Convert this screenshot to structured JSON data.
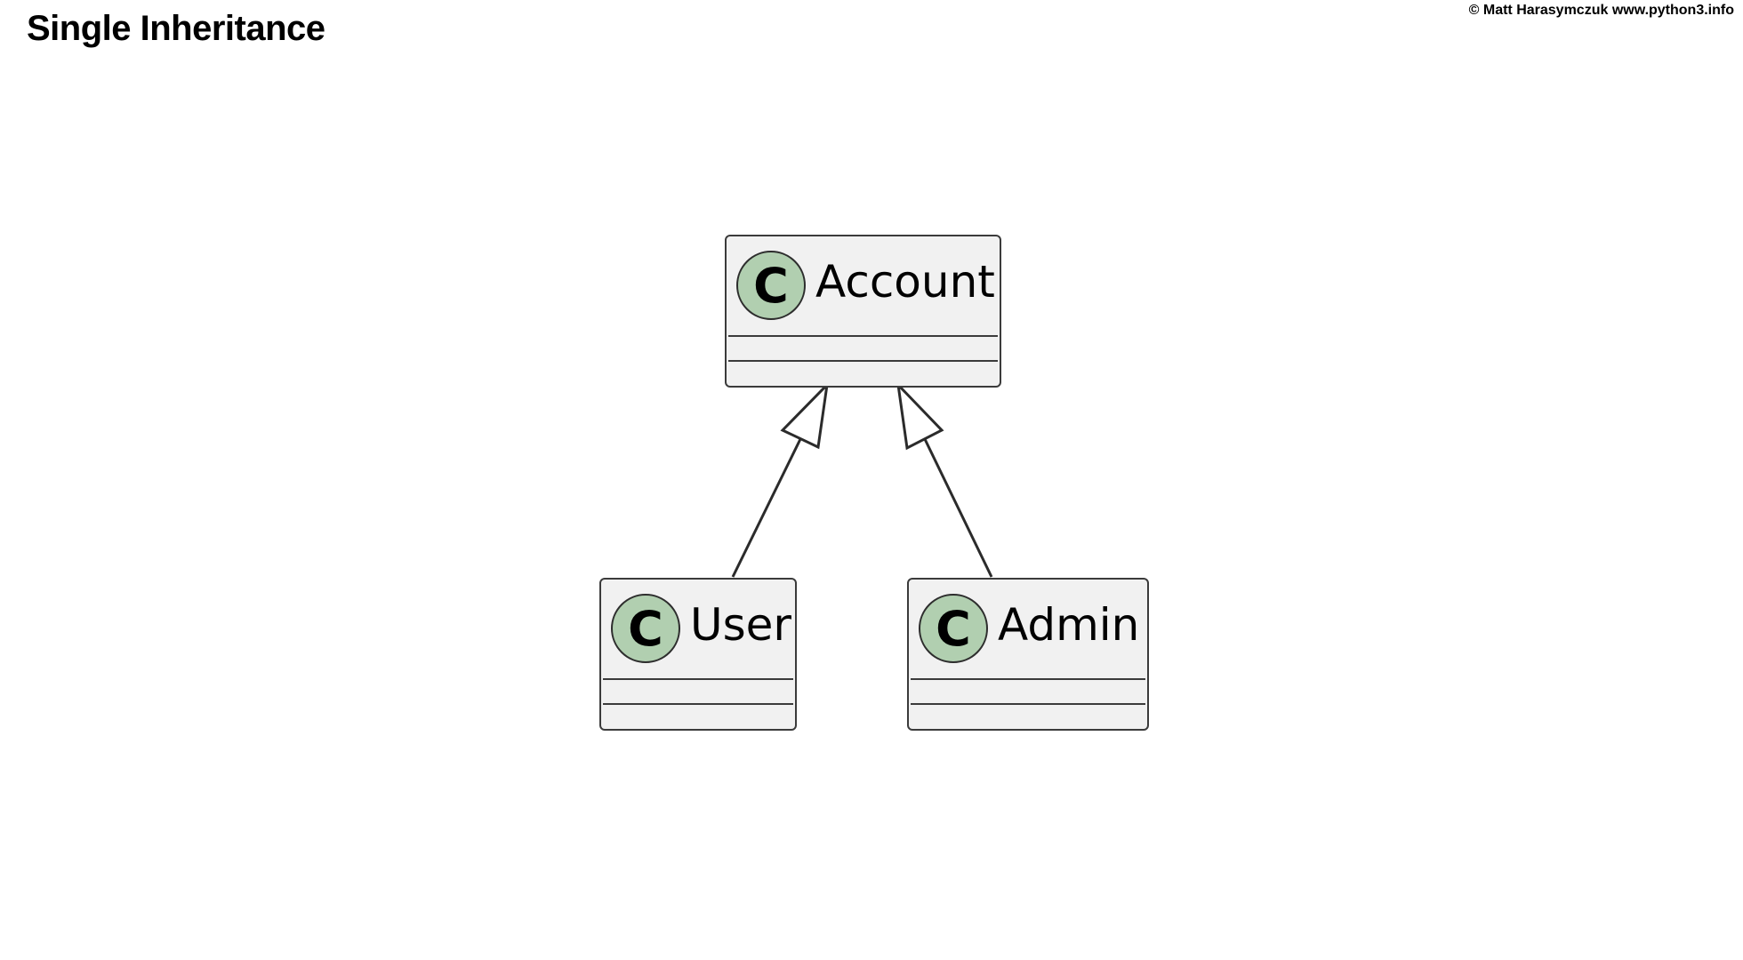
{
  "title": "Single Inheritance",
  "copyright": "© Matt Harasymczuk www.python3.info",
  "diagram": {
    "type": "uml-class",
    "classes": [
      {
        "id": "account",
        "name": "Account",
        "stereotype_badge": "C",
        "attributes": [],
        "methods": []
      },
      {
        "id": "user",
        "name": "User",
        "stereotype_badge": "C",
        "attributes": [],
        "methods": []
      },
      {
        "id": "admin",
        "name": "Admin",
        "stereotype_badge": "C",
        "attributes": [],
        "methods": []
      }
    ],
    "relations": [
      {
        "from": "User",
        "to": "Account",
        "type": "inheritance"
      },
      {
        "from": "Admin",
        "to": "Account",
        "type": "inheritance"
      }
    ],
    "colors": {
      "class_fill": "#f1f1f1",
      "class_border": "#3b3b3b",
      "badge_fill": "#b1cfb0"
    }
  }
}
